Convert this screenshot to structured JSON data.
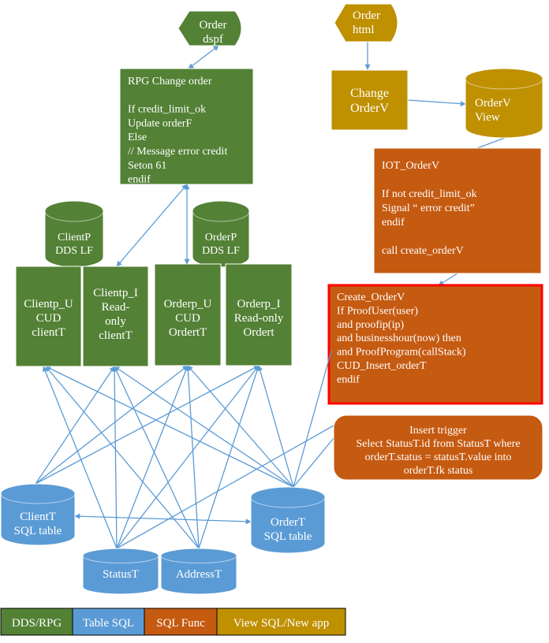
{
  "colors": {
    "green": "#538135",
    "blue": "#5B9BD5",
    "orange": "#C55A11",
    "gold": "#BF9000",
    "red_border": "#FF0000",
    "arrow": "#5B9BD5"
  },
  "nodes": {
    "order_dspf": {
      "lines": [
        "Order",
        "dspf"
      ],
      "color": "green",
      "shape": "display"
    },
    "order_html": {
      "lines": [
        "Order",
        "html"
      ],
      "color": "gold",
      "shape": "display"
    },
    "change_orderv": {
      "lines": [
        "Change",
        "OrderV"
      ],
      "color": "gold",
      "shape": "rect"
    },
    "orderv_view": {
      "lines": [
        "OrderV",
        "View"
      ],
      "color": "gold",
      "shape": "cylinder"
    },
    "rpg_change_order": {
      "lines": [
        "RPG Change order",
        "",
        "If credit_limit_ok",
        "Update orderF",
        "Else",
        "// Message error credit",
        "Seton 61",
        "endif"
      ],
      "color": "green",
      "shape": "rect"
    },
    "iot_orderv": {
      "lines": [
        "IOT_OrderV",
        "",
        "If not credit_limit_ok",
        "Signal “ error credit”",
        "endif",
        "",
        "call create_orderV"
      ],
      "color": "orange",
      "shape": "rect"
    },
    "clientp_dds_lf": {
      "lines": [
        "ClientP",
        "DDS LF"
      ],
      "color": "green",
      "shape": "cylinder"
    },
    "orderp_dds_lf": {
      "lines": [
        "OrderP",
        "DDS LF"
      ],
      "color": "green",
      "shape": "cylinder"
    },
    "clientp_u": {
      "lines": [
        "Clientp_U",
        "CUD",
        "clientT"
      ],
      "color": "green",
      "shape": "rect"
    },
    "clientp_i": {
      "lines": [
        "Clientp_I",
        "Read-",
        "only",
        "clientT"
      ],
      "color": "green",
      "shape": "rect"
    },
    "orderp_u": {
      "lines": [
        "Orderp_U",
        "CUD",
        "OrdertT"
      ],
      "color": "green",
      "shape": "rect"
    },
    "orderp_i": {
      "lines": [
        "Orderp_I",
        "Read-only",
        "Ordert"
      ],
      "color": "green",
      "shape": "rect"
    },
    "create_orderv": {
      "lines": [
        "Create_OrderV",
        "If ProofUser(user)",
        "and proofip(ip)",
        "and businesshour(now) then",
        "and ProofProgram(callStack)",
        "CUD_Insert_orderT",
        "endif"
      ],
      "color": "orange",
      "shape": "rect"
    },
    "insert_trigger": {
      "lines": [
        "Insert trigger",
        "Select StatusT.id from StatusT where",
        "orderT.status = statusT.value into",
        "orderT.fk  status"
      ],
      "color": "orange",
      "shape": "rounded"
    },
    "clientt_sql": {
      "lines": [
        "ClientT",
        "SQL table"
      ],
      "color": "blue",
      "shape": "cylinder"
    },
    "ordert_sql": {
      "lines": [
        "OrderT",
        "SQL table"
      ],
      "color": "blue",
      "shape": "cylinder"
    },
    "statust": {
      "lines": [
        "StatusT"
      ],
      "color": "blue",
      "shape": "cylinder"
    },
    "addresst": {
      "lines": [
        "AddressT"
      ],
      "color": "blue",
      "shape": "cylinder"
    }
  },
  "legend": [
    {
      "label": "DDS/RPG",
      "color": "green"
    },
    {
      "label": "Table SQL",
      "color": "blue"
    },
    {
      "label": "SQL Func",
      "color": "orange"
    },
    {
      "label": "View SQL/New app",
      "color": "gold"
    }
  ]
}
